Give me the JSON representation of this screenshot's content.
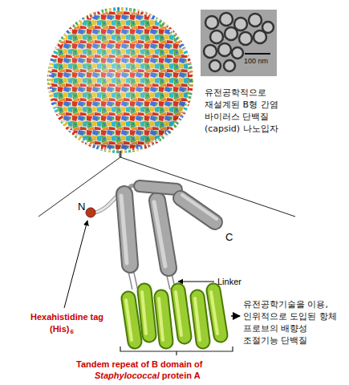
{
  "diagram": {
    "labels": [
      "100 nm",
      "유전공학적으로 재설계된 B형 간염 바이러스 단백질 (capsid) 나노입자",
      "N",
      "C",
      "Linker",
      "Hexahistidine tag",
      "(His)",
      "6",
      "Tandem repeat of B domain of",
      "Staphylococcal",
      "protein A",
      "유전공학기술을 이용, 인위적으로 도입된 항체 프로브의 배향성 조절기능 단백질"
    ]
  }
}
